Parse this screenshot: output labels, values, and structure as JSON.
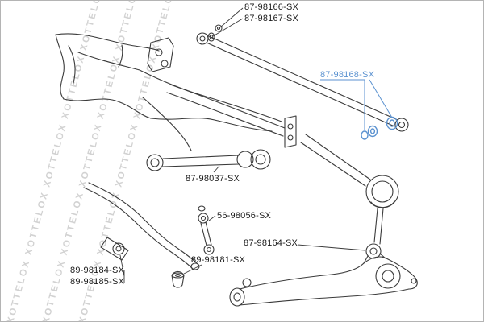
{
  "diagram": {
    "kind": "exploded rear suspension parts diagram",
    "background": "#ffffff"
  },
  "colors": {
    "line": "#3a3a3a",
    "label": "#1a1a1a",
    "highlight": "#5b92d0",
    "watermark": "#7d7d7d"
  },
  "watermark": {
    "word": "XOTTELOX",
    "column": "XOTTELOX  XOTTELOX  XOTTELOX  XOTTELOX  XOTTELOX"
  },
  "labels": {
    "l_87_98166": "87-98166-SX",
    "l_87_98167": "87-98167-SX",
    "l_87_98168": "87-98168-SX",
    "l_87_98037": "87-98037-SX",
    "l_56_98056": "56-98056-SX",
    "l_87_98164": "87-98164-SX",
    "l_89_98181": "89-98181-SX",
    "l_89_98184": "89-98184-SX",
    "l_89_98185": "89-98185-SX"
  }
}
